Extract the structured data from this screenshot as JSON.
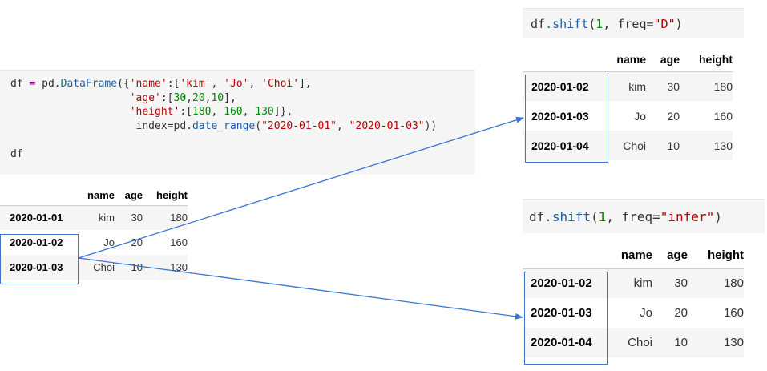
{
  "code_main": {
    "line1": [
      "df",
      " = ",
      "pd.",
      "DataFrame",
      "({",
      "'name'",
      ":[",
      "'kim'",
      ", ",
      "'Jo'",
      ", ",
      "'Choi'",
      "],"
    ],
    "line2": [
      "                   ",
      "'age'",
      ":[",
      "30",
      ",",
      "20",
      ",",
      "10",
      "],"
    ],
    "line3": [
      "                   ",
      "'height'",
      ":[",
      "180",
      ", ",
      "160",
      ", ",
      "130",
      "]},"
    ],
    "line4": [
      "                    index=",
      "pd.",
      "date_range",
      "(",
      "\"2020-01-01\"",
      ", ",
      "\"2020-01-03\"",
      "))"
    ],
    "line6": "df"
  },
  "code_shift1": {
    "prefix": "df",
    "method": ".shift",
    "open": "(",
    "num": "1",
    "mid": ", freq=",
    "str": "\"D\"",
    "close": ")"
  },
  "code_shift2": {
    "prefix": "df",
    "method": ".shift",
    "open": "(",
    "num": "1",
    "mid": ", freq=",
    "str": "\"infer\"",
    "close": ")"
  },
  "table_df": {
    "columns": [
      "name",
      "age",
      "height"
    ],
    "rows": [
      {
        "index": "2020-01-01",
        "name": "kim",
        "age": "30",
        "height": "180"
      },
      {
        "index": "2020-01-02",
        "name": "Jo",
        "age": "20",
        "height": "160"
      },
      {
        "index": "2020-01-03",
        "name": "Choi",
        "age": "10",
        "height": "130"
      }
    ]
  },
  "table_shift1": {
    "columns": [
      "name",
      "age",
      "height"
    ],
    "rows": [
      {
        "index": "2020-01-02",
        "name": "kim",
        "age": "30",
        "height": "180"
      },
      {
        "index": "2020-01-03",
        "name": "Jo",
        "age": "20",
        "height": "160"
      },
      {
        "index": "2020-01-04",
        "name": "Choi",
        "age": "10",
        "height": "130"
      }
    ]
  },
  "table_shift2": {
    "columns": [
      "name",
      "age",
      "height"
    ],
    "rows": [
      {
        "index": "2020-01-02",
        "name": "kim",
        "age": "30",
        "height": "180"
      },
      {
        "index": "2020-01-03",
        "name": "Jo",
        "age": "20",
        "height": "160"
      },
      {
        "index": "2020-01-04",
        "name": "Choi",
        "age": "10",
        "height": "130"
      }
    ]
  },
  "colors": {
    "highlight": "#3b73d1",
    "string": "#bb0000",
    "number": "#008800",
    "function": "#1a5fa8",
    "operator": "#a000a0"
  }
}
